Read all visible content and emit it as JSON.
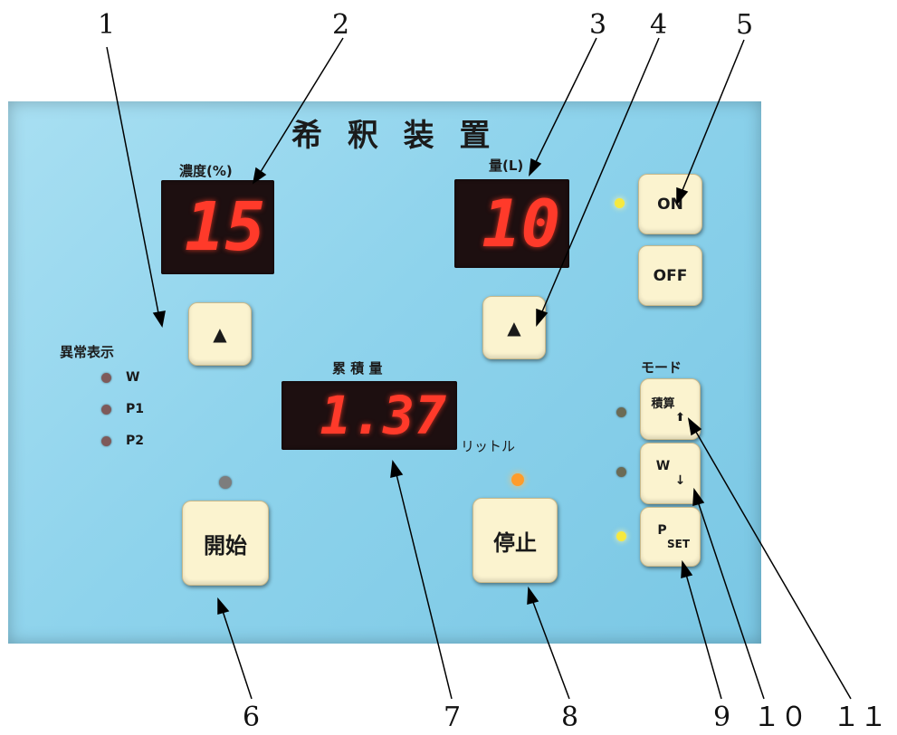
{
  "callouts": [
    "1",
    "2",
    "3",
    "4",
    "5",
    "6",
    "7",
    "8",
    "9",
    "１０",
    "１１"
  ],
  "panel": {
    "title": "希 釈 装 置",
    "concentration_label": "濃度(%)",
    "concentration_value": "15",
    "volume_label": "量(L)",
    "volume_value": "10",
    "accumulated_label": "累 積 量",
    "accumulated_value": "1.37",
    "accumulated_unit": "リットル",
    "error_label": "異常表示",
    "error_items": [
      "W",
      "P1",
      "P2"
    ],
    "mode_label": "モード",
    "up_arrow": "▲",
    "on_label": "ON",
    "off_label": "OFF",
    "start_label": "開始",
    "stop_label": "停止",
    "mode_buttons": {
      "integrate": {
        "top": "積算",
        "bottom": "⬆"
      },
      "w_down": {
        "top": "W",
        "bottom": "↓"
      },
      "p_set": {
        "top": "P",
        "bottom": "SET"
      }
    }
  },
  "colors": {
    "panel": "#8fd3ec",
    "button": "#fbf3cf",
    "segment": "#ff3a2a"
  }
}
